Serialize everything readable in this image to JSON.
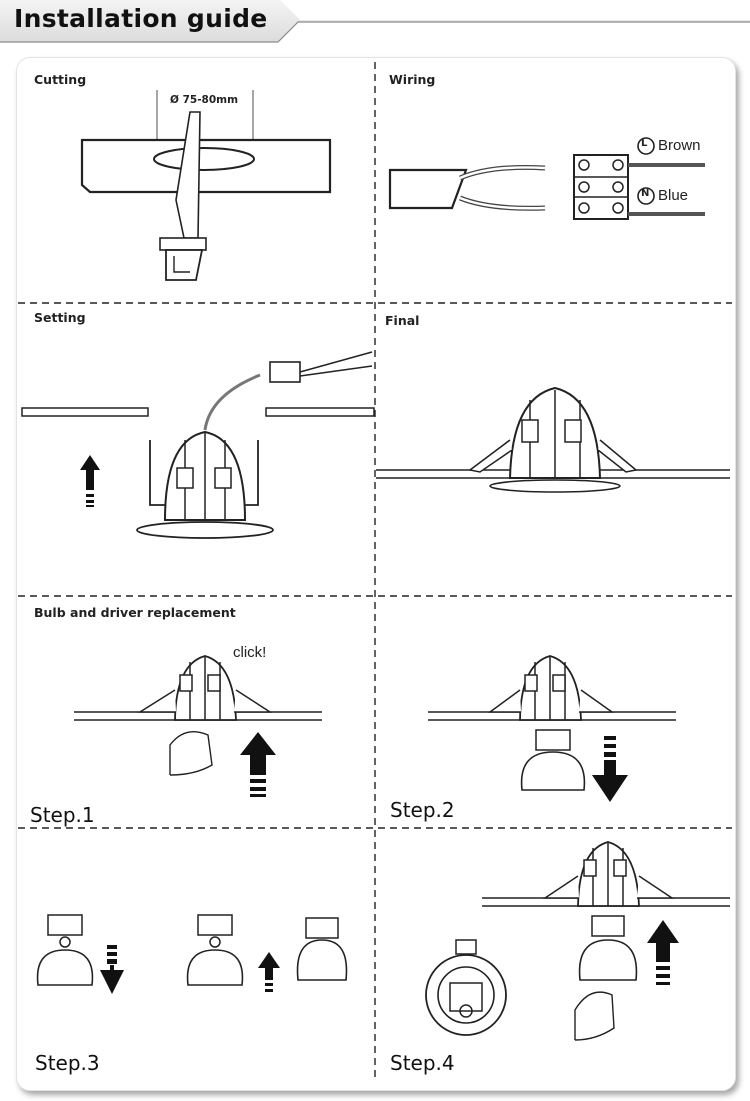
{
  "header": {
    "title": "Installation guide"
  },
  "sections": {
    "cutting": {
      "label": "Cutting",
      "dimension": "Ø 75-80mm"
    },
    "wiring": {
      "label": "Wiring",
      "live_symbol": "L",
      "live_label": "Brown",
      "neutral_symbol": "N",
      "neutral_label": "Blue"
    },
    "setting": {
      "label": "Setting"
    },
    "final": {
      "label": "Final"
    },
    "replacement": {
      "label": "Bulb and driver replacement",
      "click_text": "click!"
    }
  },
  "steps": {
    "step1": "Step.1",
    "step2": "Step.2",
    "step3": "Step.3",
    "step4": "Step.4"
  }
}
